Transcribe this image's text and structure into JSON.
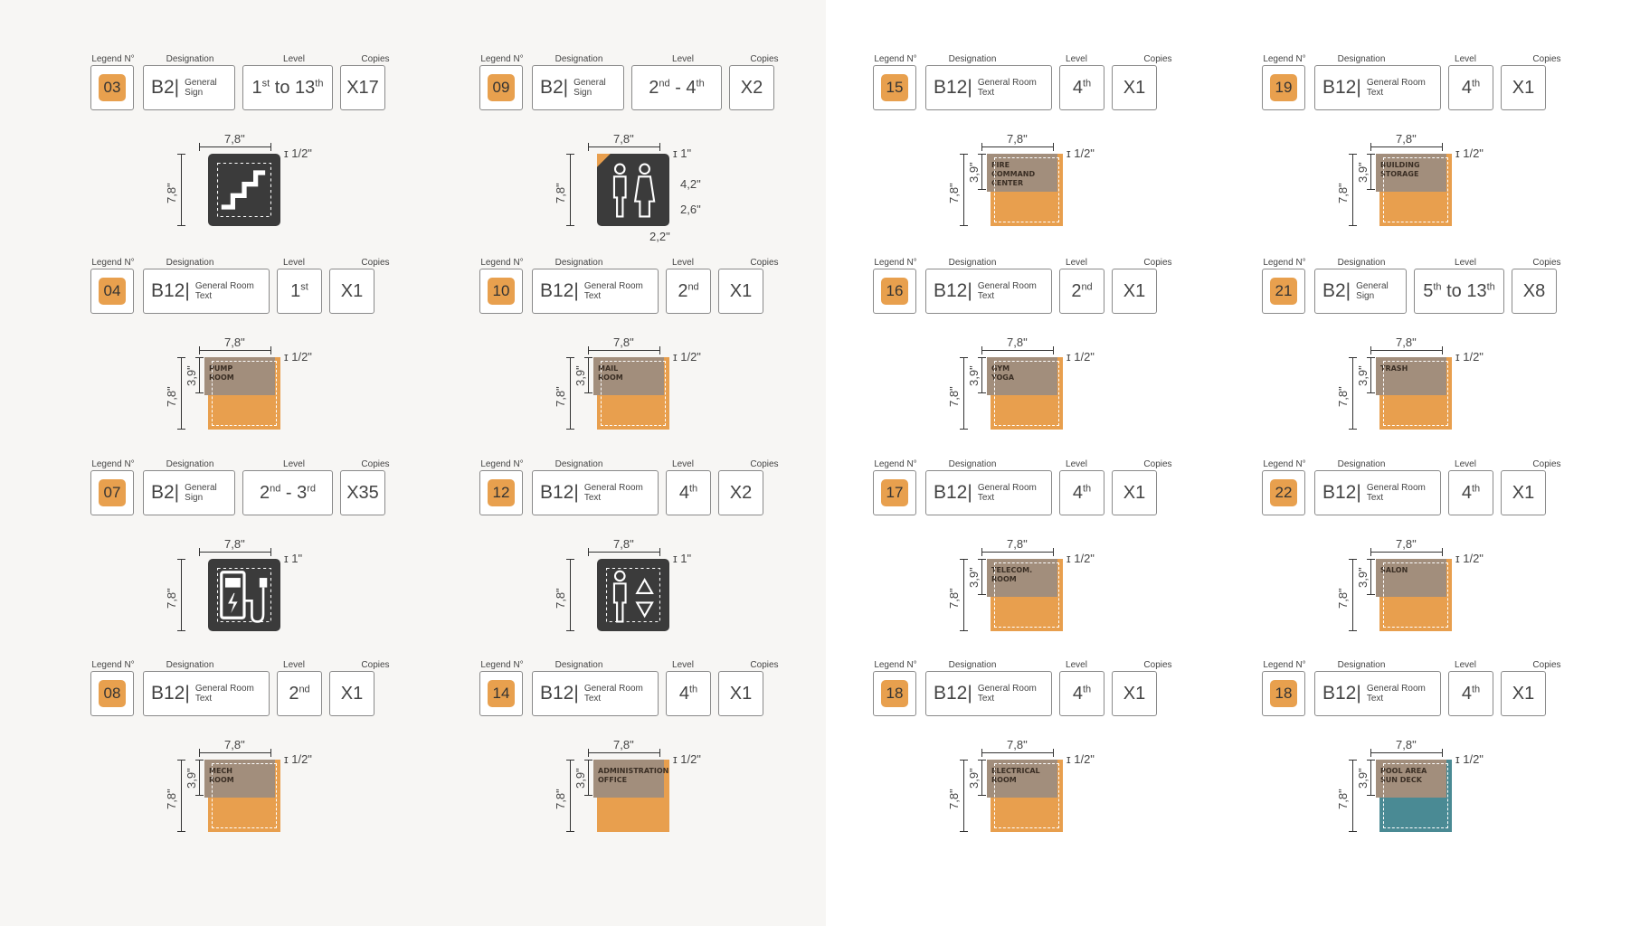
{
  "headers": {
    "legend": "Legend N°",
    "designation": "Designation",
    "level": "Level",
    "copies": "Copies"
  },
  "dims": {
    "width": "7,8\"",
    "height": "7,8\"",
    "half": "3,9\"",
    "margin_half": "1/2\"",
    "margin_one": "1\"",
    "restroom_a": "1\"",
    "restroom_b": "4,2\"",
    "restroom_c": "2,6\"",
    "restroom_d": "2,2\""
  },
  "colors": {
    "orange": "#e89f4e",
    "teal": "#4a8a94",
    "dark": "#3b3b3b",
    "panel": "#a28e7c"
  },
  "entries": [
    {
      "n": "03",
      "code": "B2|",
      "desc": "General\nSign",
      "lvl": "1st to 13th",
      "cpy": "X17",
      "type": "icon",
      "icon": "stairs-icon"
    },
    {
      "n": "04",
      "code": "B12|",
      "desc": "General Room\nText",
      "lvl": "1st",
      "cpy": "X1",
      "type": "text",
      "label": "PUMP\nROOM"
    },
    {
      "n": "07",
      "code": "B2|",
      "desc": "General\nSign",
      "lvl": "2nd - 3rd",
      "cpy": "X35",
      "type": "icon",
      "icon": "ev-charging-icon"
    },
    {
      "n": "08",
      "code": "B12|",
      "desc": "General Room\nText",
      "lvl": "2nd",
      "cpy": "X1",
      "type": "text",
      "label": "MECH\nROOM"
    },
    {
      "n": "09",
      "code": "B2|",
      "desc": "General\nSign",
      "lvl": "2nd - 4th",
      "cpy": "X2",
      "type": "icon",
      "icon": "restroom-icon"
    },
    {
      "n": "10",
      "code": "B12|",
      "desc": "General Room\nText",
      "lvl": "2nd",
      "cpy": "X1",
      "type": "text",
      "label": "MAIL\nROOM"
    },
    {
      "n": "12",
      "code": "B12|",
      "desc": "General Room\nText",
      "lvl": "4th",
      "cpy": "X2",
      "type": "icon",
      "icon": "elevator-icon"
    },
    {
      "n": "14",
      "code": "B12|",
      "desc": "General Room\nText",
      "lvl": "4th",
      "cpy": "X1",
      "type": "text",
      "label": "ADMINISTRATION\nOFFICE"
    },
    {
      "n": "15",
      "code": "B12|",
      "desc": "General Room\nText",
      "lvl": "4th",
      "cpy": "X1",
      "type": "text",
      "label": "FIRE COMMAND\nCENTER"
    },
    {
      "n": "16",
      "code": "B12|",
      "desc": "General Room\nText",
      "lvl": "2nd",
      "cpy": "X1",
      "type": "text",
      "label": "GYM\nYOGA"
    },
    {
      "n": "17",
      "code": "B12|",
      "desc": "General Room\nText",
      "lvl": "4th",
      "cpy": "X1",
      "type": "text",
      "label": "TELECOM.\nROOM"
    },
    {
      "n": "18",
      "code": "B12|",
      "desc": "General Room\nText",
      "lvl": "4th",
      "cpy": "X1",
      "type": "text",
      "label": "ELECTRICAL\nROOM"
    },
    {
      "n": "19",
      "code": "B12|",
      "desc": "General Room\nText",
      "lvl": "4th",
      "cpy": "X1",
      "type": "text",
      "label": "BUILDING\nSTORAGE"
    },
    {
      "n": "21",
      "code": "B2|",
      "desc": "General\nSign",
      "lvl": "5th to 13th",
      "cpy": "X8",
      "type": "text",
      "label": "TRASH"
    },
    {
      "n": "22",
      "code": "B12|",
      "desc": "General Room\nText",
      "lvl": "4th",
      "cpy": "X1",
      "type": "text",
      "label": "SALON"
    },
    {
      "n": "18",
      "code": "B12|",
      "desc": "General Room\nText",
      "lvl": "4th",
      "cpy": "X1",
      "type": "text",
      "label": "POOL AREA\nSUN DECK",
      "plate": "teal"
    }
  ]
}
